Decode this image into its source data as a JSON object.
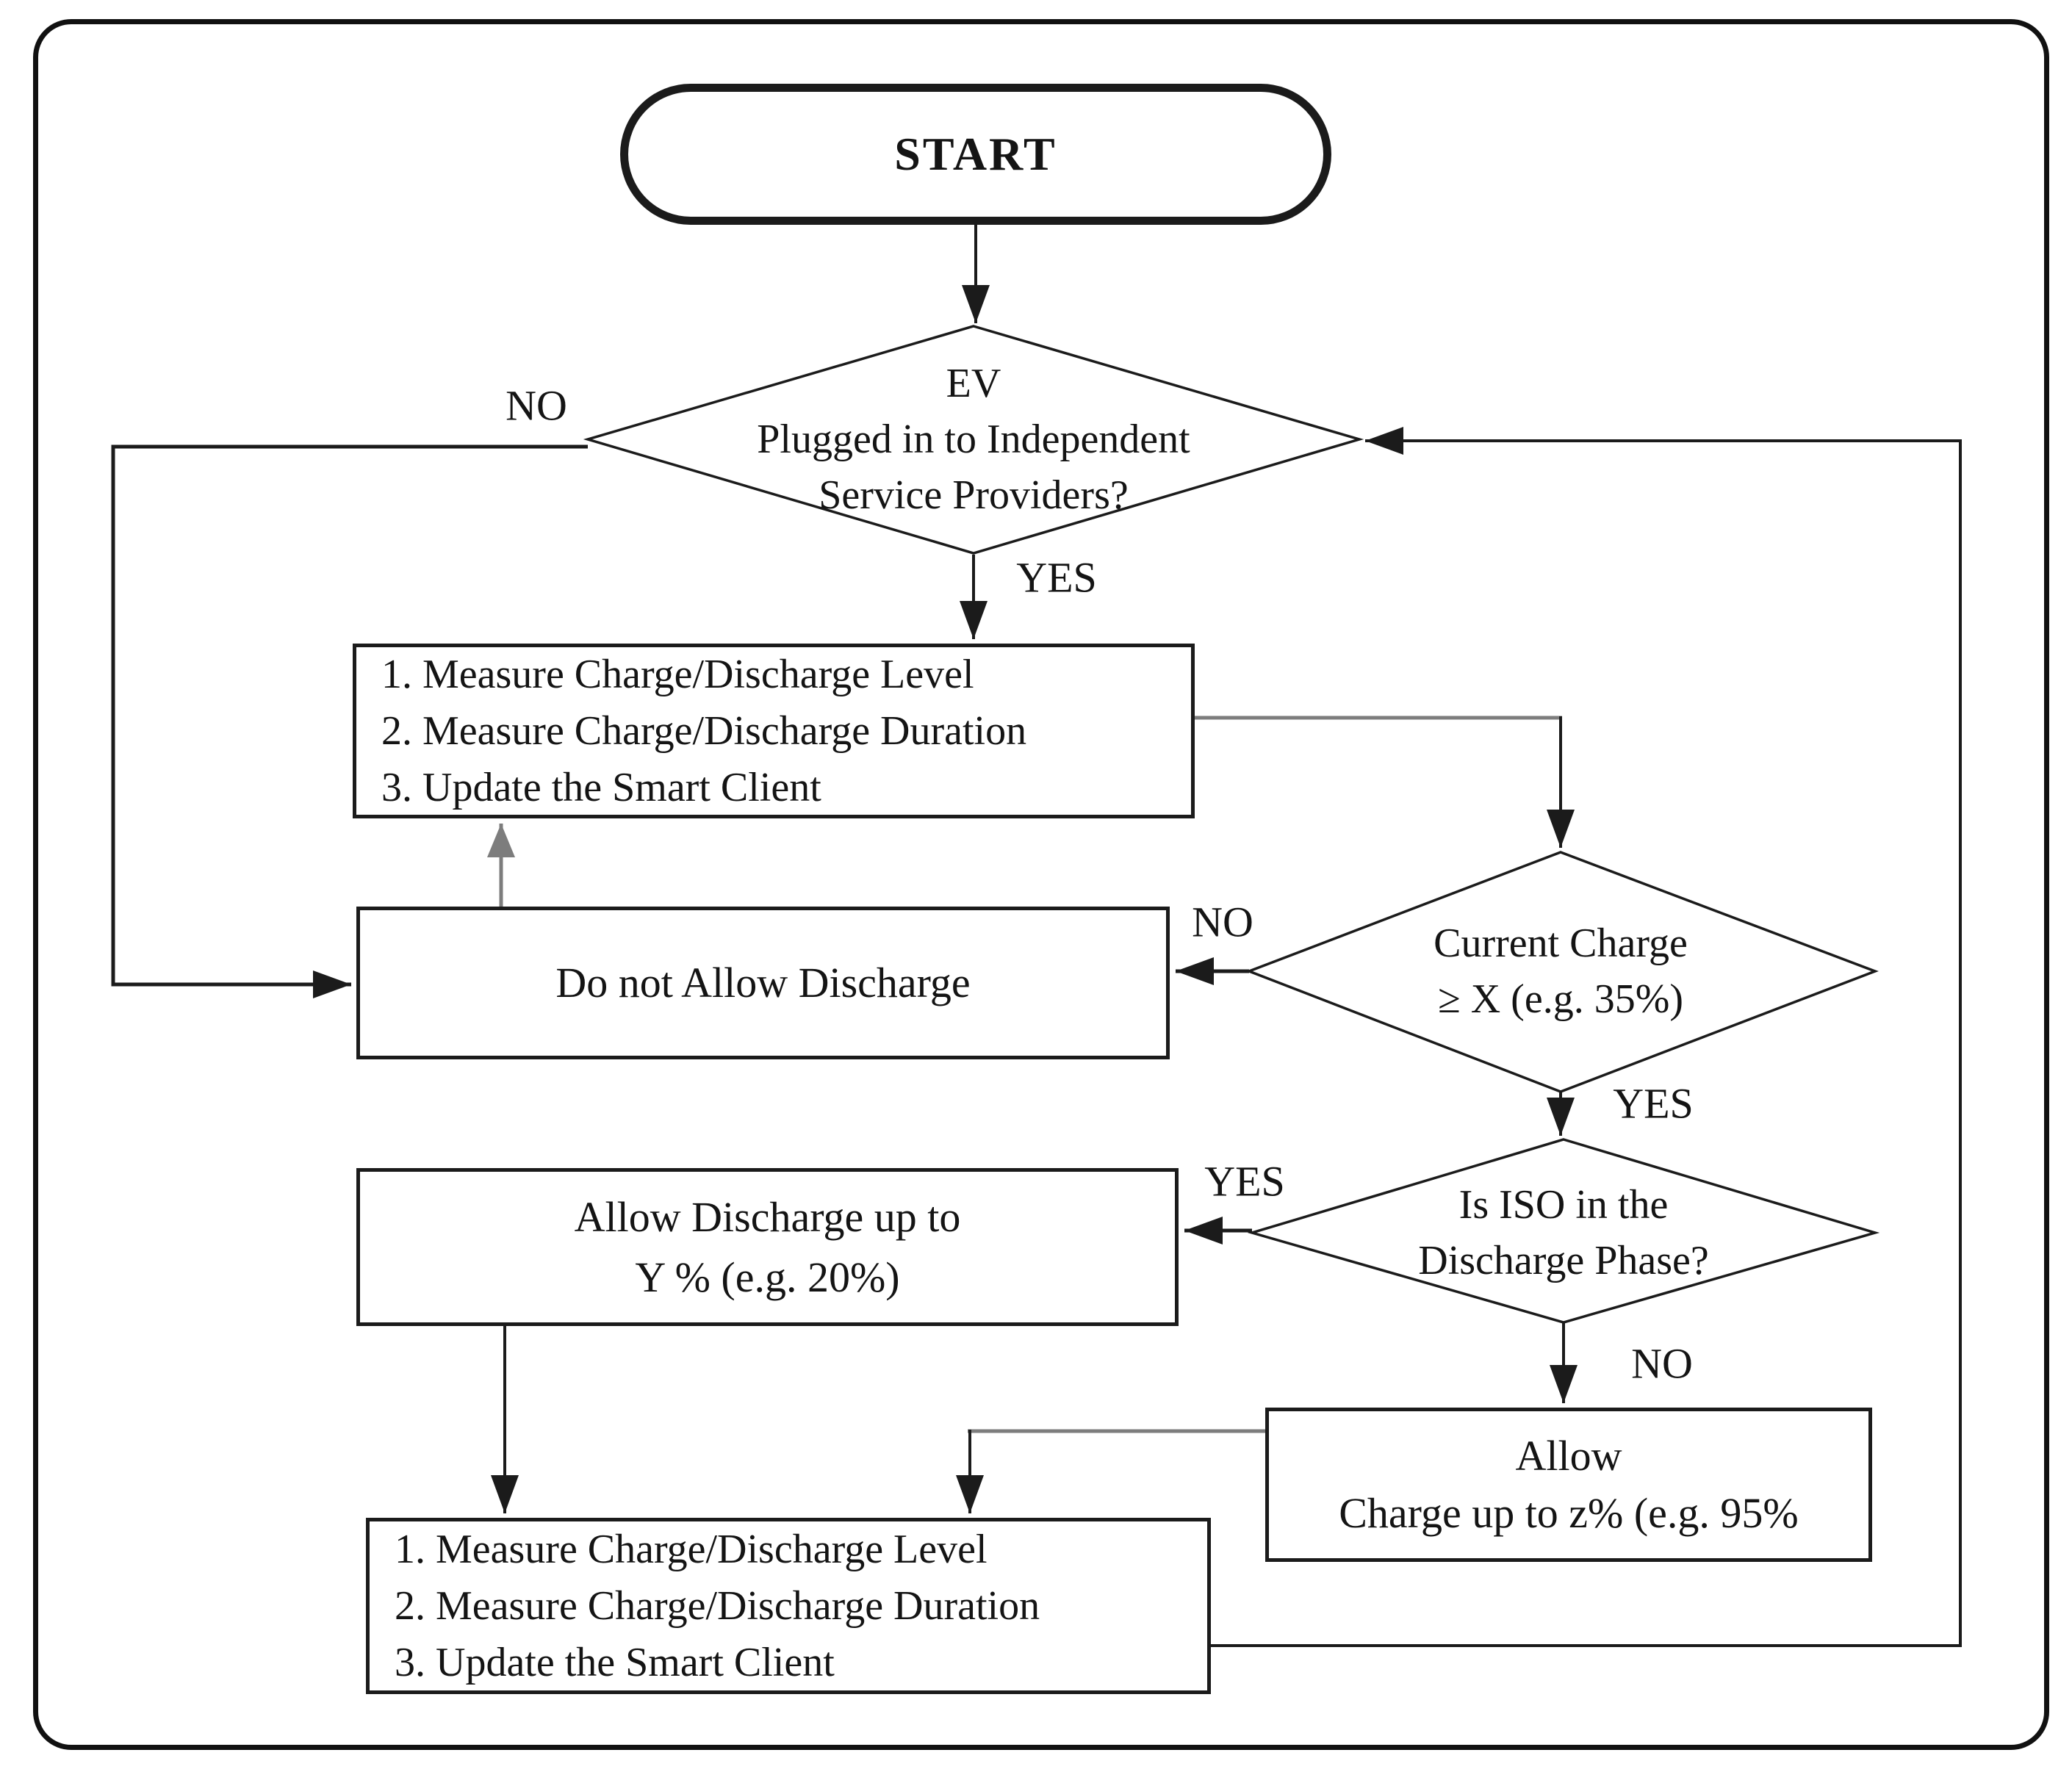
{
  "nodes": {
    "start": {
      "label": "START"
    },
    "decision_plugged_in": {
      "lines": [
        "EV",
        "Plugged in to Independent",
        "Service Providers?"
      ]
    },
    "process_measure_top": {
      "items": [
        "1. Measure Charge/Discharge Level",
        "2. Measure Charge/Discharge Duration",
        "3. Update the Smart Client"
      ]
    },
    "decision_current_charge": {
      "lines": [
        "Current Charge",
        "≥ X (e.g. 35%)"
      ]
    },
    "process_no_discharge": {
      "label": "Do not Allow Discharge"
    },
    "decision_iso_phase": {
      "lines": [
        "Is ISO in the",
        "Discharge Phase?"
      ]
    },
    "process_allow_discharge": {
      "lines": [
        "Allow Discharge up to",
        "Y % (e.g. 20%)"
      ]
    },
    "process_allow_charge": {
      "lines": [
        "Allow",
        "Charge up to z%  (e.g. 95%"
      ]
    },
    "process_measure_bottom": {
      "items": [
        "1. Measure Charge/Discharge Level",
        "2. Measure Charge/Discharge Duration",
        "3. Update the Smart Client"
      ]
    }
  },
  "edge_labels": {
    "plugged_no": "NO",
    "plugged_yes": "YES",
    "charge_no": "NO",
    "charge_yes": "YES",
    "iso_yes": "YES",
    "iso_no": "NO"
  },
  "colors": {
    "ink": "#1b1b1b",
    "gray_line": "#7d7d7d",
    "background": "#ffffff"
  }
}
